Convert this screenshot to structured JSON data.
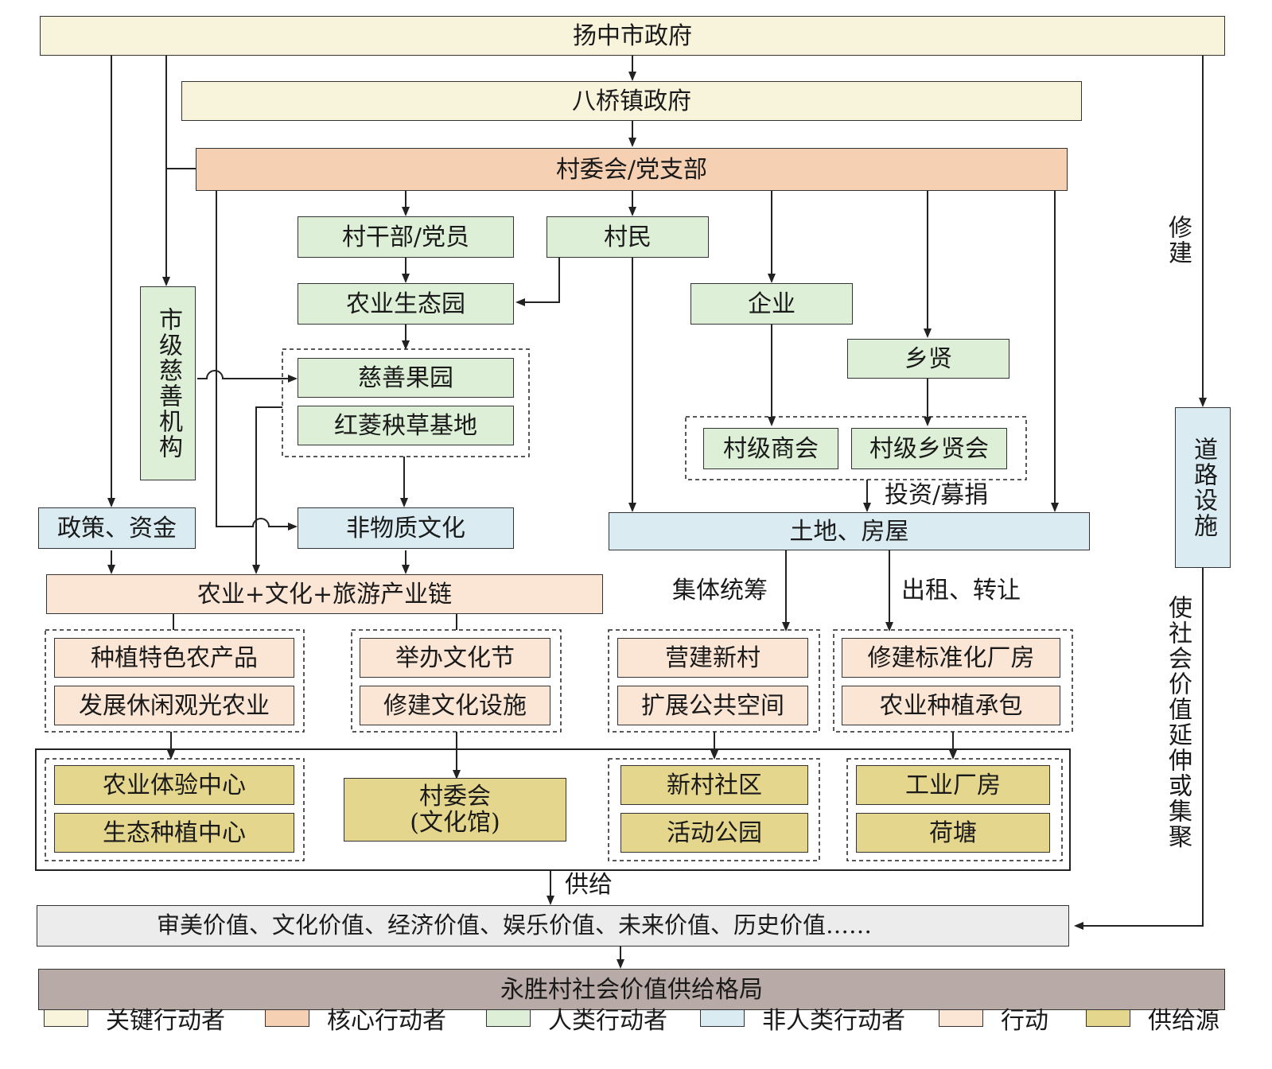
{
  "nodes": {
    "yangzhong_gov": "扬中市政府",
    "baqiao_gov": "八桥镇政府",
    "village_committee": "村委会/党支部",
    "cadres": "村干部/党员",
    "villagers": "村民",
    "eco_park": "农业生态园",
    "enterprise": "企业",
    "gentry": "乡贤",
    "charity_org": "市级慈善机构",
    "charity_orchard": "慈善果园",
    "hongling_base": "红菱秧草基地",
    "chamber": "村级商会",
    "gentry_assoc": "村级乡贤会",
    "road": "道路设施",
    "policy_fund": "政策、资金",
    "intangible": "非物质文化",
    "land_house": "土地、房屋",
    "industry_chain": "农业+文化+旅游产业链",
    "act_plant": "种植特色农产品",
    "act_leisure": "发展休闲观光农业",
    "act_festival": "举办文化节",
    "act_facility": "修建文化设施",
    "act_newvillage": "营建新村",
    "act_publicspace": "扩展公共空间",
    "act_factory": "修建标准化厂房",
    "act_contract": "农业种植承包",
    "src_exp": "农业体验中心",
    "src_ecoplant": "生态种植中心",
    "src_committee_l1": "村委会",
    "src_committee_l2": "(文化馆)",
    "src_community": "新村社区",
    "src_park": "活动公园",
    "src_factory": "工业厂房",
    "src_pond": "荷塘",
    "values": "审美价值、文化价值、经济价值、娱乐价值、未来价值、历史价值……",
    "pattern": "永胜村社会价值供给格局"
  },
  "labels": {
    "build": "修建",
    "invest": "投资/募捐",
    "collective": "集体统筹",
    "lease": "出租、转让",
    "supply": "供给",
    "extend": "使社会价值延伸或集聚"
  },
  "legend": [
    {
      "label": "关键行动者",
      "color": "#f8f4dc"
    },
    {
      "label": "核心行动者",
      "color": "#f5d0b2"
    },
    {
      "label": "人类行动者",
      "color": "#ddefd6"
    },
    {
      "label": "非人类行动者",
      "color": "#daecf2"
    },
    {
      "label": "行动",
      "color": "#fbe6d6"
    },
    {
      "label": "供给源",
      "color": "#e5d68d"
    }
  ]
}
